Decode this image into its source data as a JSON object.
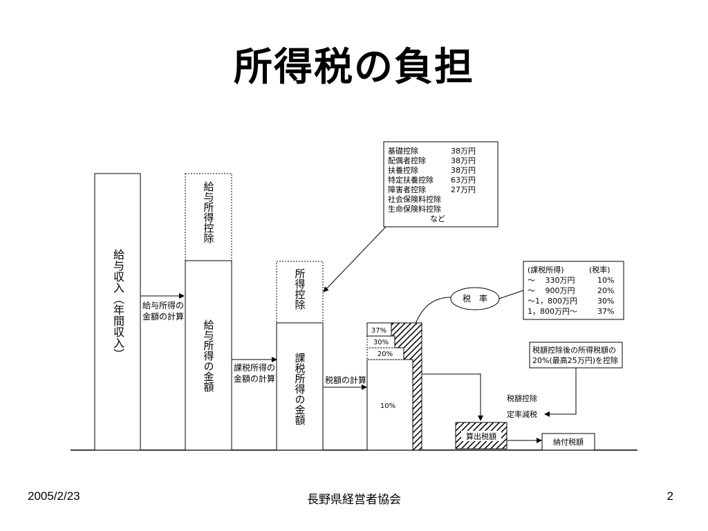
{
  "slide": {
    "title": "所得税の負担",
    "footer": {
      "date": "2005/2/23",
      "organization": "長野県経営者協会",
      "page": "2"
    }
  },
  "diagram": {
    "columns": {
      "salary_income": "給与収入（年間収入）",
      "salary_deduction": "給与所得控除",
      "salary_income_amount": "給与所得の金額",
      "income_deduction": "所得控除",
      "taxable_income": "課税所得の金額"
    },
    "arrows": {
      "calc_salary_line1": "給与所得の",
      "calc_salary_line2": "金額の計算",
      "calc_taxable_line1": "課税所得の",
      "calc_taxable_line2": "金額の計算",
      "calc_tax": "税額の計算"
    },
    "deduction_list": {
      "items": [
        {
          "name": "基礎控除",
          "amount": "38万円"
        },
        {
          "name": "配偶者控除",
          "amount": "38万円"
        },
        {
          "name": "扶養控除",
          "amount": "38万円"
        },
        {
          "name": "特定扶養控除",
          "amount": "63万円"
        },
        {
          "name": "障害者控除",
          "amount": "27万円"
        },
        {
          "name": "社会保険料控除",
          "amount": ""
        },
        {
          "name": "生命保険料控除",
          "amount": ""
        }
      ],
      "etc": "など"
    },
    "tax_rate_ellipse": "税　率",
    "tax_rate_table": {
      "header_income": "(課税所得)",
      "header_rate": "(税率)",
      "rows": [
        {
          "range": "～　 330万円",
          "rate": "10%"
        },
        {
          "range": "～　 900万円",
          "rate": "20%"
        },
        {
          "range": "～1，800万円",
          "rate": "30%"
        },
        {
          "range": "1，800万円～",
          "rate": "37%"
        }
      ]
    },
    "brackets": [
      "37%",
      "30%",
      "20%",
      "10%"
    ],
    "flat_rate_note": {
      "line1": "税額控除後の所得税額の",
      "line2": "20%(最高25万円)を控除"
    },
    "tax_credit": "税額控除",
    "fixed_rate_reduction": "定率減税",
    "computed_tax": "算出税額",
    "payable_tax": "納付税額"
  }
}
